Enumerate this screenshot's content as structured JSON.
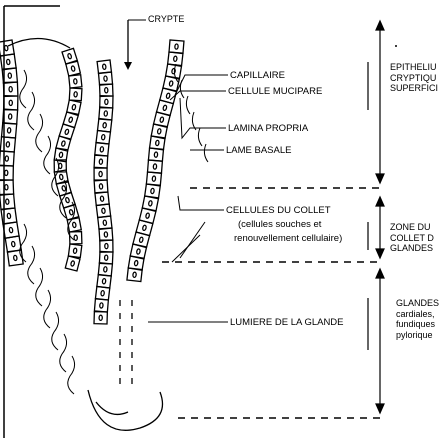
{
  "labels": {
    "crypte": "CRYPTE",
    "capillaire": "CAPILLAIRE",
    "cellule_mucipare": "CELLULE MUCIPARE",
    "lamina_propria": "LAMINA PROPRIA",
    "lame_basale": "LAME BASALE",
    "cellules_collet_1": "CELLULES DU COLLET",
    "cellules_collet_2": "(cellules souches et",
    "cellules_collet_3": "renouvellement cellulaire)",
    "lumiere": "LUMIERE DE LA GLANDE"
  },
  "zones": {
    "epithelium": [
      "EPITHELIU",
      "CRYPTIQU",
      "SUPERFICI"
    ],
    "collet": [
      "ZONE DU",
      "COLLET D",
      "GLANDES"
    ],
    "glandes": [
      "GLANDES",
      "cardiales,",
      "fundiques",
      "pylorique"
    ]
  },
  "colors": {
    "line": "#000000",
    "background": "#ffffff"
  }
}
